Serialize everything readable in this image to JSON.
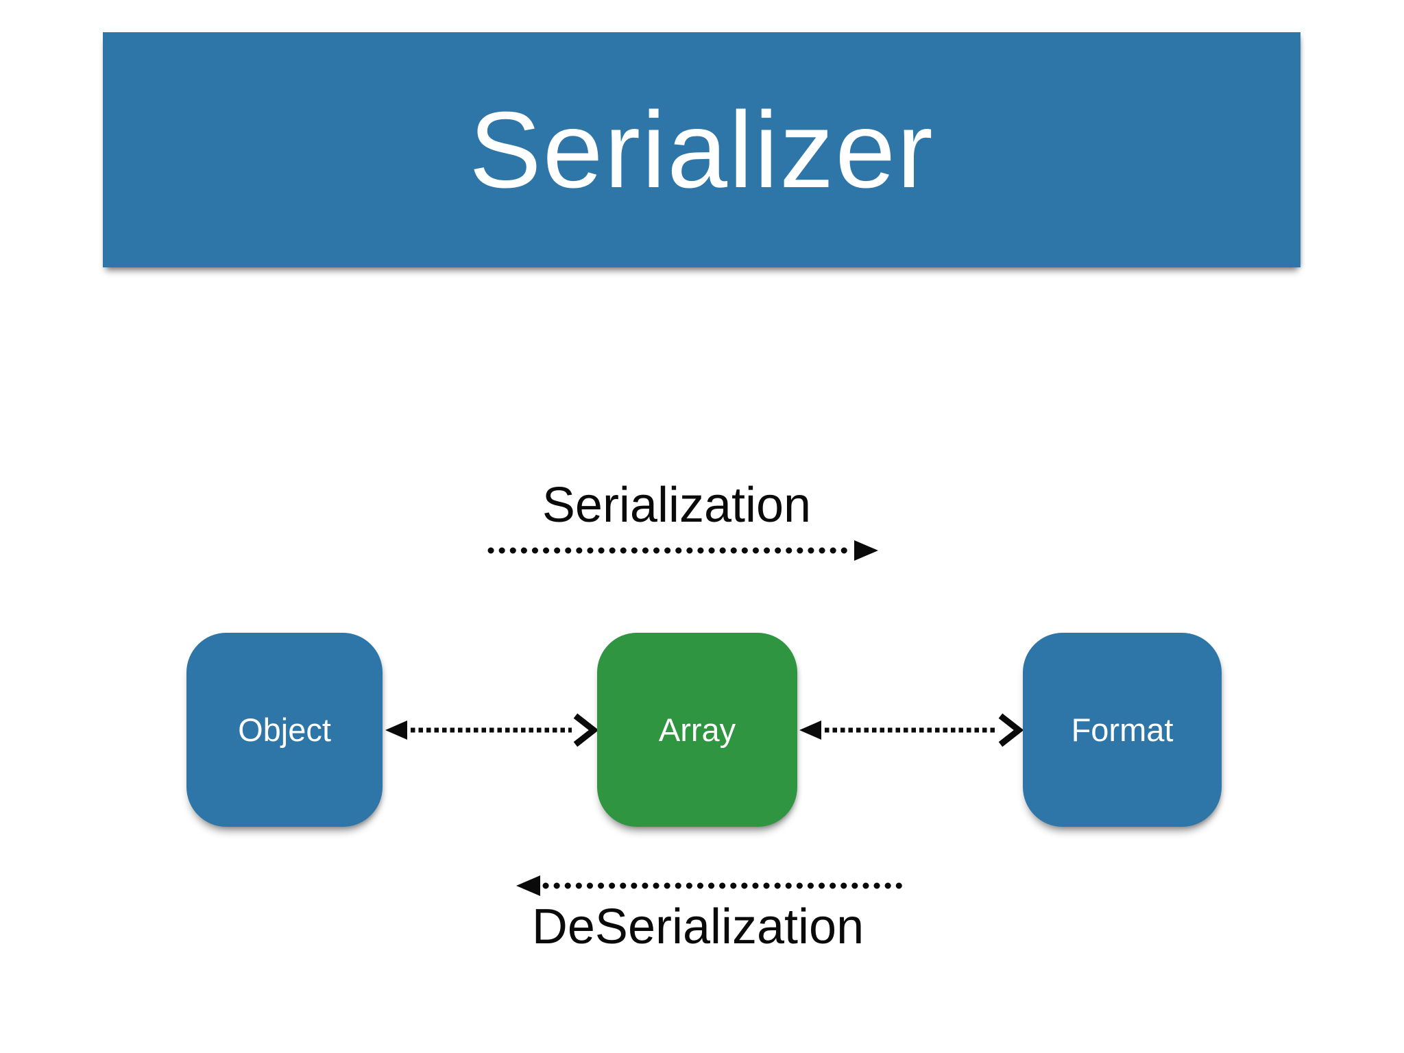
{
  "slide": {
    "title": "Serializer"
  },
  "diagram": {
    "flows": {
      "serialization": {
        "label": "Serialization",
        "direction": "right"
      },
      "deserialization": {
        "label": "DeSerialization",
        "direction": "left"
      }
    },
    "nodes": [
      {
        "id": "object",
        "label": "Object",
        "color": "#2e76a8"
      },
      {
        "id": "array",
        "label": "Array",
        "color": "#2f9540"
      },
      {
        "id": "format",
        "label": "Format",
        "color": "#2e76a8"
      }
    ],
    "connections": [
      {
        "from": "object",
        "to": "array",
        "style": "dotted",
        "bidirectional": true
      },
      {
        "from": "array",
        "to": "format",
        "style": "dotted",
        "bidirectional": true
      }
    ]
  },
  "colors": {
    "background": "#ffffff",
    "banner_blue": "#2e76a8",
    "node_blue": "#2e76a8",
    "node_green": "#2f9540",
    "title_text": "#ffffff",
    "node_text": "#ffffff",
    "label_text": "#0a0a0a",
    "arrow": "#0a0a0a"
  }
}
